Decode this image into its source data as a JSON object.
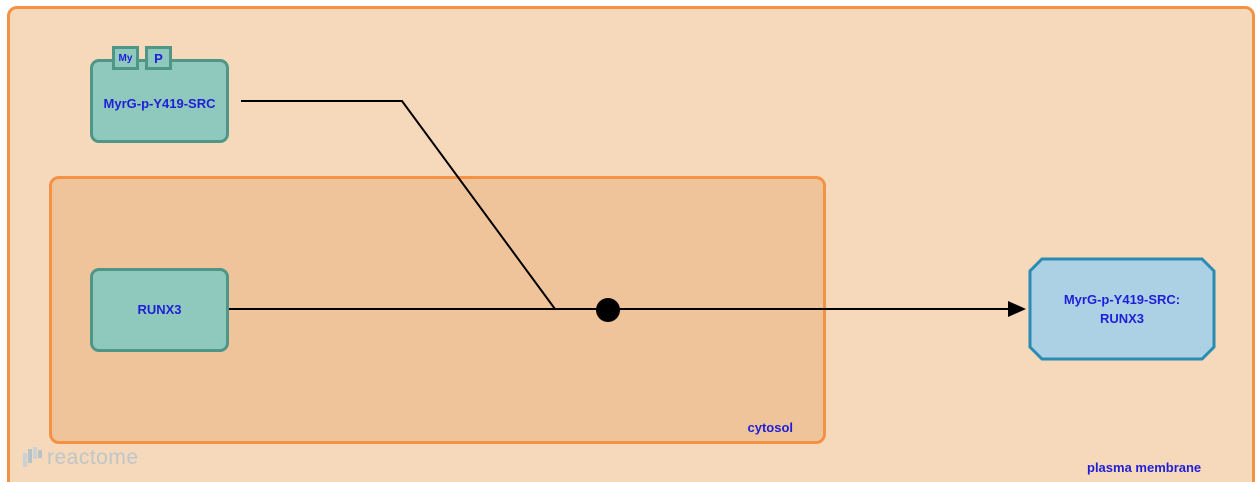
{
  "compartments": {
    "plasma_membrane": "plasma membrane",
    "cytosol": "cytosol"
  },
  "entities": {
    "src": {
      "label": "MyrG-p-Y419-SRC",
      "modifications": [
        "My",
        "P"
      ]
    },
    "runx3": {
      "label": "RUNX3"
    },
    "complex": {
      "label": "MyrG-p-Y419-SRC:\nRUNX3"
    }
  },
  "logo": {
    "text": "reactome"
  },
  "colors": {
    "compartment_fill_outer": "#f6d8bb",
    "compartment_fill_inner": "#f0c49b",
    "compartment_border": "#f39244",
    "protein_fill": "#8fc8bc",
    "protein_border": "#4f9686",
    "complex_fill": "#acd1e4",
    "complex_border": "#2b8cb3",
    "label_text": "#1f1fd8"
  }
}
